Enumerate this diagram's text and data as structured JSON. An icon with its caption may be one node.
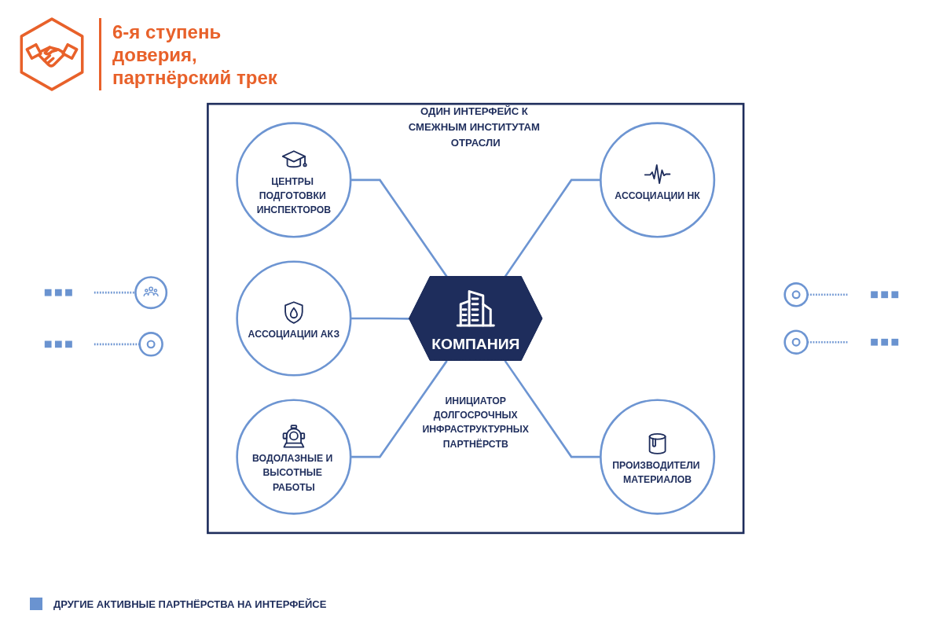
{
  "diagram": {
    "title": "6-я ступень доверия, партнёрский трек",
    "nodes": [
      {
        "text": [
          "ОДИН ИНТЕРФЕЙС К СМЕЖНЫМ ИНСТИТУТАМ ОТРАСЛИ"
        ]
      },
      {
        "text": [],
        "shape": "circle"
      },
      {
        "text": [
          "ЦЕНТРЫ ПОДГОТОВКИ ИНСПЕКТОРОВ"
        ],
        "in": 0
      },
      {
        "text": [],
        "shape": "circle"
      },
      {
        "text": [
          "АССОЦИАЦИИ АКЗ"
        ],
        "in": 0
      },
      {
        "text": [
          "КОМПАНИЯ"
        ],
        "in": 0,
        "beside": [
          "ИНИЦИАТОР ДОЛГОСРОЧНЫХ ИНФРАСТРУКТУРНЫХ ПАРТНЁРСТВ"
        ]
      },
      {
        "text": [
          "АССОЦИАЦИИ НК"
        ],
        "in": 0
      },
      {
        "text": [],
        "shape": "circle"
      },
      {
        "text": [
          "ВОДОЛАЗНЫЕ И ВЫСОТНЫЕ РАБОТЫ"
        ],
        "in": 0
      },
      {
        "text": [
          "ПРОИЗВОДИТЕЛИ МАТЕРИАЛОВ"
        ],
        "in": 0
      },
      {
        "text": [],
        "shape": "circle"
      }
    ],
    "edges": [
      {
        "from": 2,
        "to": 5,
        "arrow": "none"
      },
      {
        "from": 4,
        "to": 5,
        "arrow": "none"
      },
      {
        "from": 5,
        "to": 6,
        "arrow": "none"
      },
      {
        "from": 8,
        "to": 5,
        "arrow": "none"
      },
      {
        "from": 5,
        "to": 9,
        "arrow": "none"
      },
      {
        "from": null,
        "to": 1,
        "arrow": "none",
        "style": "dashed"
      },
      {
        "from": null,
        "to": 3,
        "arrow": "none",
        "style": "dashed"
      },
      {
        "from": 7,
        "to": null,
        "arrow": "none",
        "style": "dashed"
      },
      {
        "from": 10,
        "to": null,
        "arrow": "none",
        "style": "dashed"
      }
    ],
    "legend": [
      {
        "text": "ДРУГИЕ АКТИВНЫЕ ПАРТНЁРСТВА НА ИНТЕРФЕЙСЕ",
        "color": "#6a93d0"
      }
    ]
  }
}
